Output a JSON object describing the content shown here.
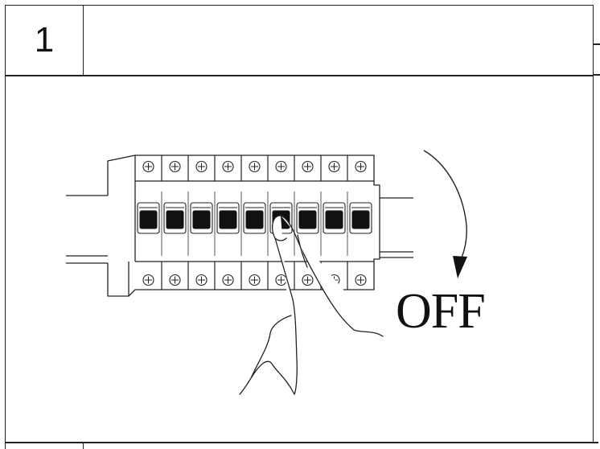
{
  "step": {
    "number": "1"
  },
  "instruction": {
    "label": "OFF"
  },
  "breaker": {
    "pole_count": 9
  }
}
